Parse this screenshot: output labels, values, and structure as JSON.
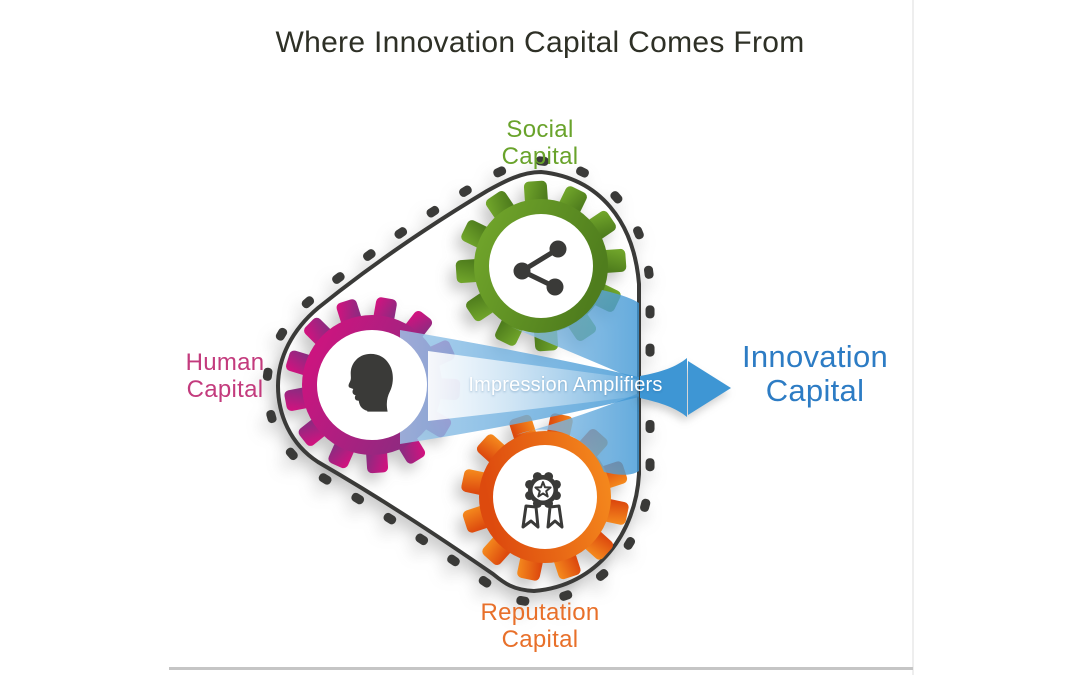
{
  "title": "Where Innovation Capital Comes From",
  "labels": {
    "social": {
      "line1": "Social",
      "line2": "Capital"
    },
    "human": {
      "line1": "Human",
      "line2": "Capital"
    },
    "reputation": {
      "line1": "Reputation",
      "line2": "Capital"
    },
    "innovation": {
      "line1": "Innovation",
      "line2": "Capital"
    },
    "arrow": "Impression Amplifiers"
  },
  "icons": {
    "social": "share-network-icon",
    "human": "head-silhouette-icon",
    "reputation": "award-badge-icon"
  },
  "colors": {
    "title_text": "#2e3026",
    "social_light": "#74a92c",
    "social_dark": "#4f7d1d",
    "social_text": "#69a32b",
    "human_light": "#d8107f",
    "human_dark": "#8c2b80",
    "human_text": "#c33b7d",
    "reputation_light": "#f68d1e",
    "reputation_dark": "#dd4a0e",
    "reputation_text": "#e8702a",
    "arrow_blue": "#3e96d4",
    "arrow_blue_light": "#9dc8ea",
    "arrow_text": "#ffffff",
    "innovation_text": "#2d7cc4",
    "belt": "#3a3a38",
    "icon": "#3a3a38"
  }
}
